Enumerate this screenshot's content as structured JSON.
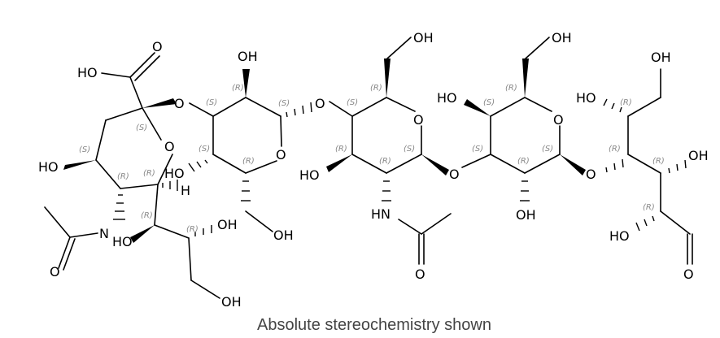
{
  "caption": "Absolute stereochemistry shown",
  "atoms": {
    "oh": "OH",
    "ho": "HO",
    "o": "O",
    "nh": "HN",
    "n": "N",
    "h": "H"
  },
  "stereo": {
    "S": "(S)",
    "R": "(R)"
  }
}
